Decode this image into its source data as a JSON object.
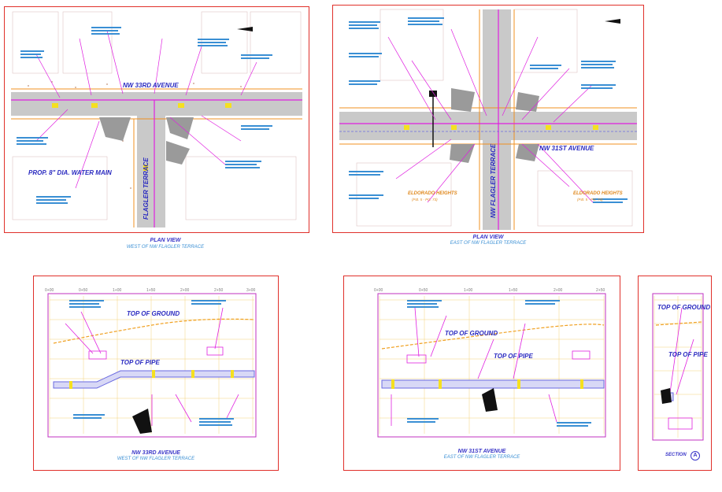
{
  "panels": {
    "plan_west": {
      "title": "PLAN VIEW",
      "subtitle": "WEST OF NW FLAGLER TERRACE",
      "street_a": "NW 33RD AVENUE",
      "street_b": "FLAGLER TERRACE",
      "callout": "PROP. 8\" DIA. WATER MAIN"
    },
    "plan_east": {
      "title": "PLAN VIEW",
      "subtitle": "EAST OF NW FLAGLER TERRACE",
      "street_a": "NW 31ST AVENUE",
      "street_b": "NW FLAGLER TERRACE",
      "subdivision_1": "ELDORADO HEIGHTS",
      "subdivision_1_ref": "(P.B. 5 - PG. 73)",
      "subdivision_2": "ELDORADO HEIGHTS",
      "subdivision_2_ref": "(P.B. 5 - PG. 73)"
    },
    "profile_west": {
      "title": "NW 33RD AVENUE",
      "subtitle": "WEST OF NW FLAGLER TERRACE",
      "top_ground": "TOP OF GROUND",
      "top_pipe": "TOP OF PIPE",
      "stations": [
        "0+00",
        "0+50",
        "1+00",
        "1+50",
        "2+00",
        "2+50",
        "3+00"
      ]
    },
    "profile_east": {
      "title": "NW 31ST AVENUE",
      "subtitle": "EAST OF NW FLAGLER TERRACE",
      "top_ground": "TOP OF GROUND",
      "top_pipe": "TOP OF PIPE",
      "stations": [
        "0+00",
        "0+50",
        "1+00",
        "1+50",
        "2+00",
        "2+50"
      ]
    },
    "section": {
      "top_ground": "TOP OF GROUND",
      "top_pipe": "TOP OF PIPE",
      "title": "SECTION",
      "badge": "A"
    }
  },
  "colors": {
    "frame": "#e0302a",
    "callout": "#e020e0",
    "annotation": "#3a8fd4",
    "road": "#b8b8b8",
    "pipe": "#6a6ae0",
    "ground": "#f0a020",
    "grid": "#f3d27a"
  }
}
